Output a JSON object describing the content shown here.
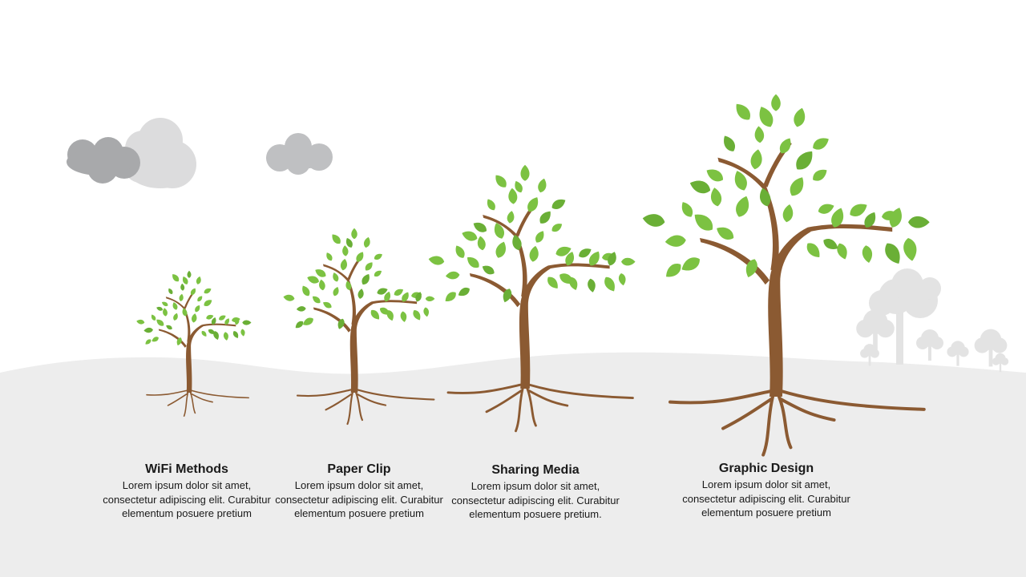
{
  "colors": {
    "ground": "#ededed",
    "cloud_dark": "#a8a9ab",
    "cloud_mid": "#bfc0c2",
    "cloud_light": "#dcdcdd",
    "background_trees": "#e3e3e3",
    "leaf": "#7cc242",
    "leaf_dark": "#6aaf36",
    "trunk": "#8b5a32"
  },
  "stages": [
    {
      "title": "WiFi Methods",
      "description": "Lorem ipsum dolor sit amet, consectetur adipiscing elit. Curabitur elementum posuere pretium"
    },
    {
      "title": "Paper Clip",
      "description": "Lorem ipsum dolor sit amet, consectetur adipiscing elit. Curabitur elementum posuere pretium"
    },
    {
      "title": "Sharing Media",
      "description": "Lorem ipsum dolor sit amet, consectetur adipiscing elit. Curabitur elementum posuere pretium."
    },
    {
      "title": "Graphic Design",
      "description": "Lorem ipsum dolor sit amet, consectetur adipiscing elit. Curabitur elementum posuere pretium"
    }
  ]
}
